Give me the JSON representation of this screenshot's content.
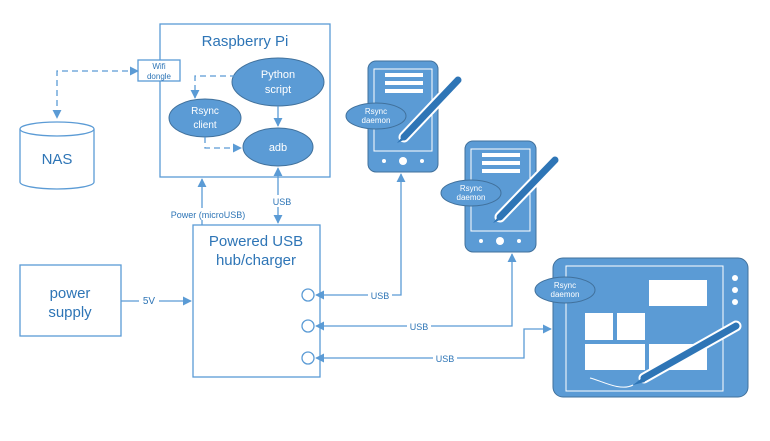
{
  "diagram": {
    "raspberry_pi": "Raspberry Pi",
    "wifi_dongle": [
      "Wifi",
      "dongle"
    ],
    "python_script": [
      "Python",
      "script"
    ],
    "rsync_client": [
      "Rsync",
      "client"
    ],
    "adb": "adb",
    "nas": "NAS",
    "usb_hub": [
      "Powered USB",
      "hub/charger"
    ],
    "power_supply": [
      "power",
      "supply"
    ],
    "label_power_microusb": "Power (microUSB)",
    "label_usb_pi": "USB",
    "label_5v": "5V",
    "label_usb_1": "USB",
    "label_usb_2": "USB",
    "label_usb_3": "USB",
    "rsync_daemon_1": [
      "Rsync",
      "daemon"
    ],
    "rsync_daemon_2": [
      "Rsync",
      "daemon"
    ],
    "rsync_daemon_3": [
      "Rsync",
      "daemon"
    ]
  },
  "colors": {
    "accent": "#5b9bd5",
    "text": "#2e75b6",
    "device_border": "#41719c"
  }
}
